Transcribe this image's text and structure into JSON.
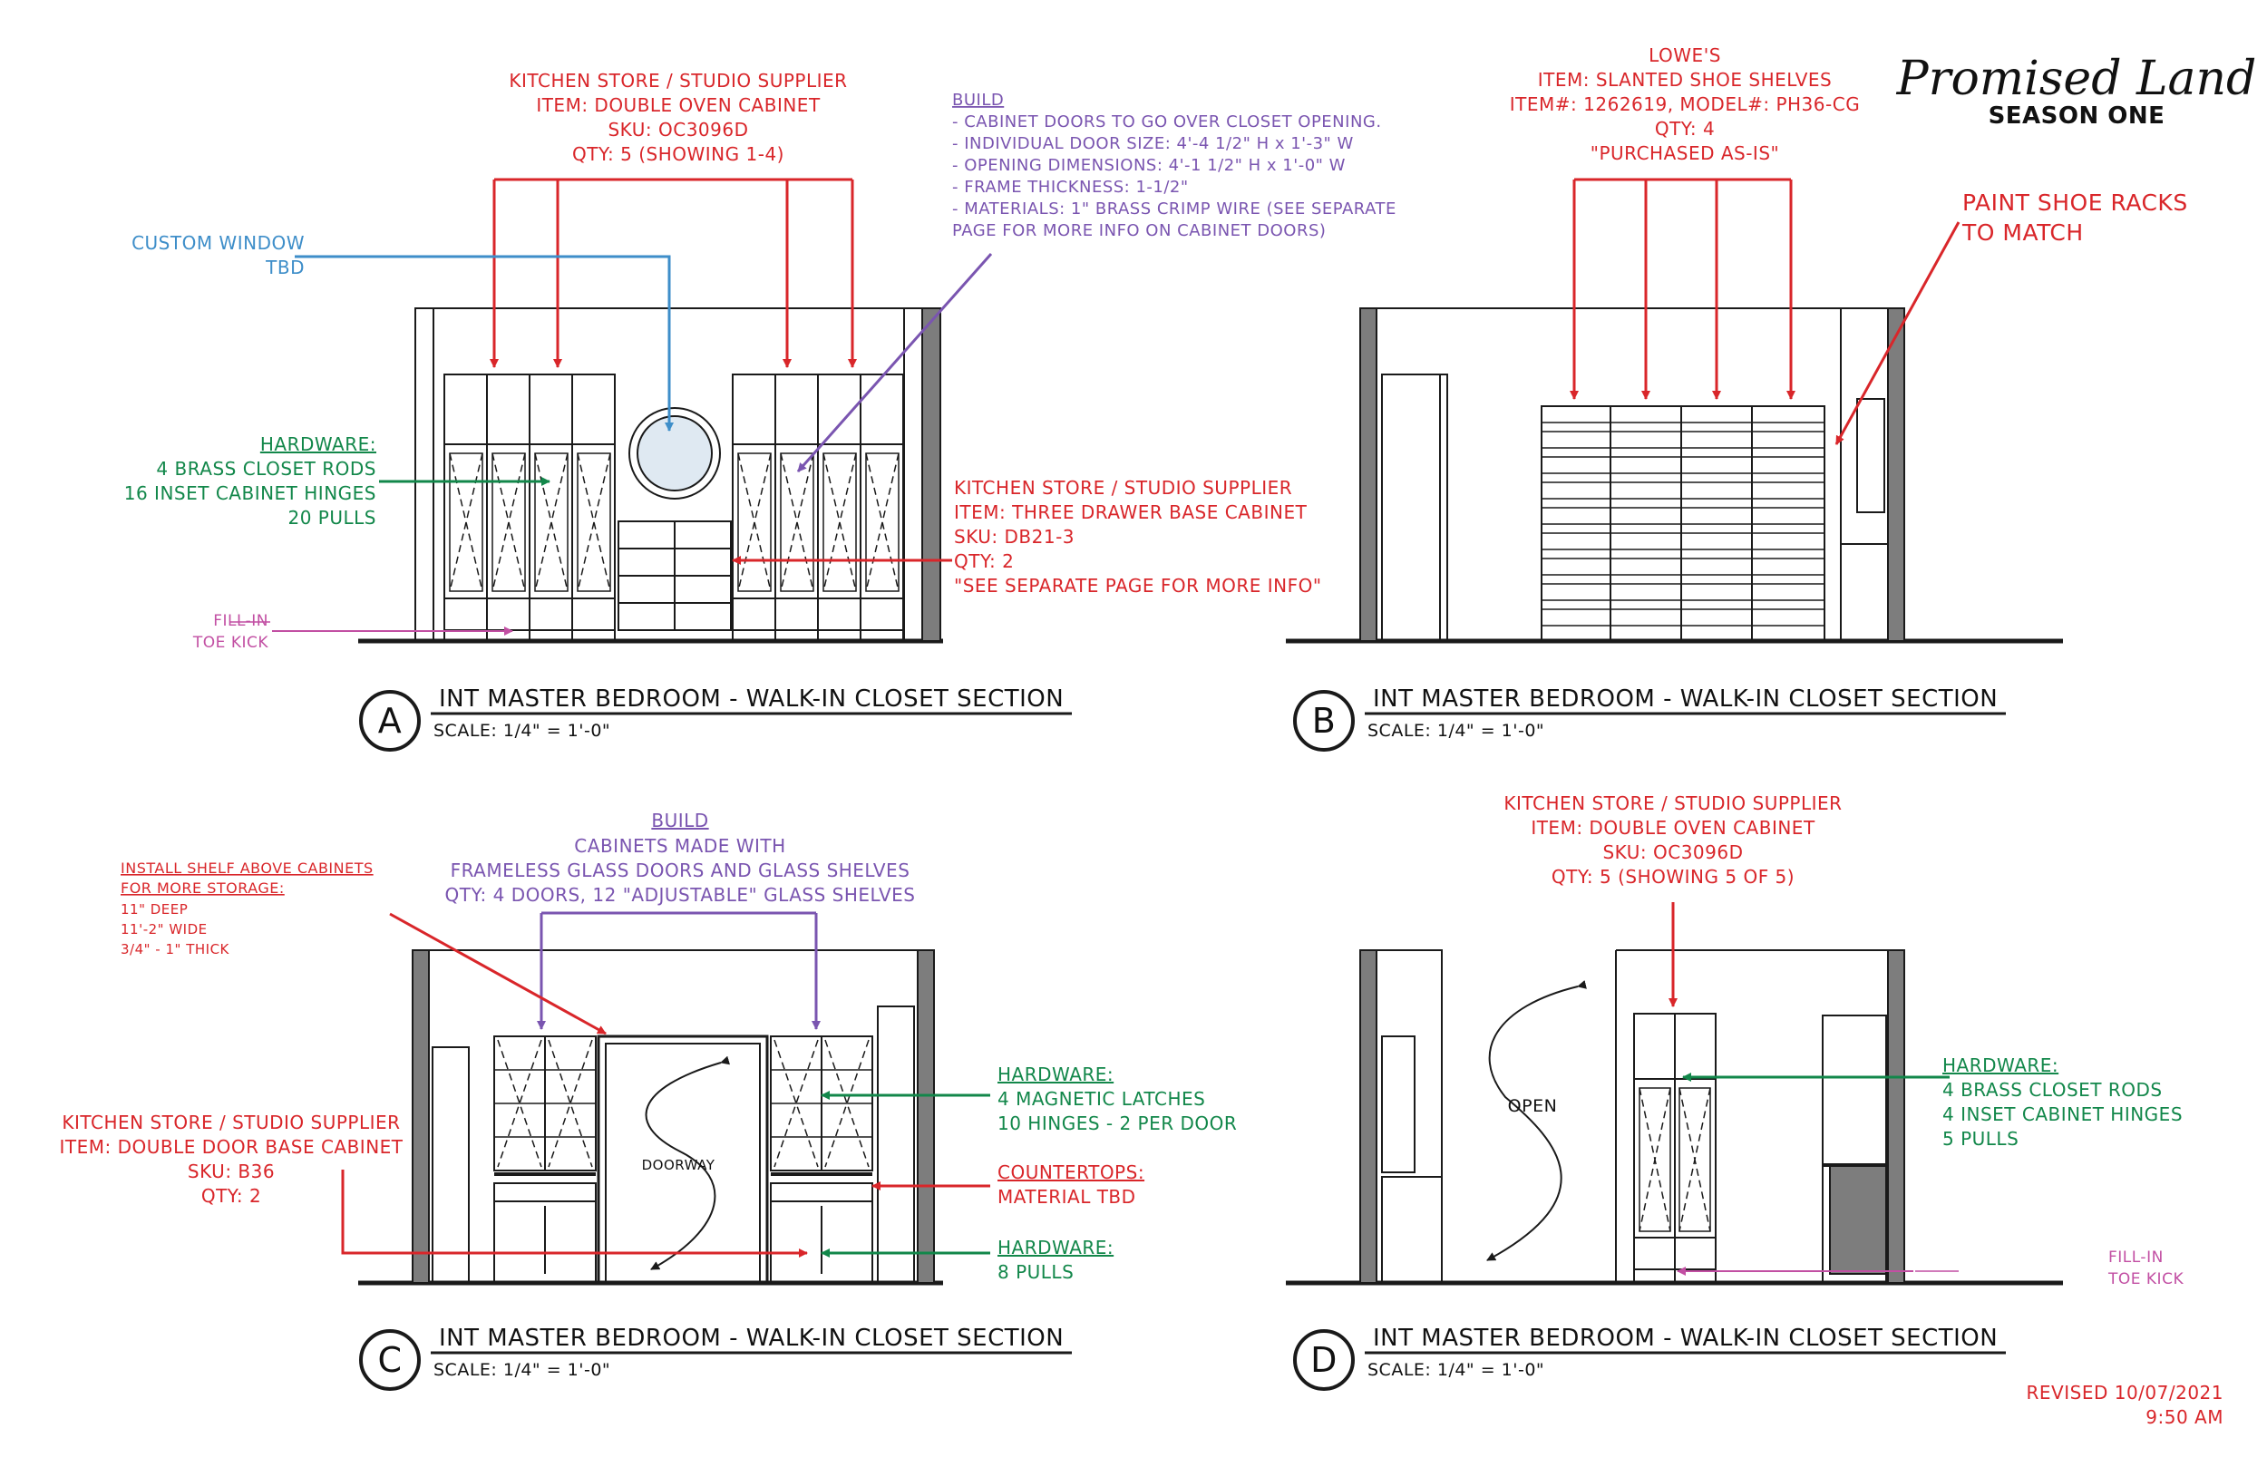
{
  "colors": {
    "red": "#d9262a",
    "green": "#12874a",
    "blue": "#3e8ec9",
    "purple": "#7a55b0",
    "magenta": "#c24fa3",
    "line": "#1a1a1a",
    "wall": "#7d7d7d"
  },
  "brand": {
    "title": "Promised Land",
    "subtitle": "SEASON ONE"
  },
  "revision": {
    "line1": "REVISED 10/07/2021",
    "line2": "9:50 AM"
  },
  "secA": {
    "letter": "A",
    "title": "INT MASTER BEDROOM - WALK-IN CLOSET SECTION",
    "scale": "SCALE: 1/4\" = 1'-0\"",
    "oven": [
      "KITCHEN STORE / STUDIO SUPPLIER",
      "ITEM: DOUBLE OVEN CABINET",
      "SKU: OC3096D",
      "QTY: 5 (SHOWING 1-4)"
    ],
    "window": [
      "CUSTOM WINDOW",
      "TBD"
    ],
    "build": [
      "BUILD",
      "- CABINET DOORS TO GO OVER CLOSET OPENING.",
      "- INDIVIDUAL DOOR SIZE: 4'-4 1/2\" H x 1'-3\" W",
      "- OPENING DIMENSIONS: 4'-1 1/2\" H x 1'-0\" W",
      "- FRAME THICKNESS: 1-1/2\"",
      "- MATERIALS: 1\" BRASS CRIMP WIRE (SEE SEPARATE",
      "PAGE FOR MORE INFO ON CABINET DOORS)"
    ],
    "hardware": [
      "HARDWARE:",
      "4 BRASS CLOSET RODS",
      "16 INSET CABINET HINGES",
      "20 PULLS"
    ],
    "drawer": [
      "KITCHEN STORE / STUDIO SUPPLIER",
      "ITEM: THREE DRAWER BASE CABINET",
      "SKU: DB21-3",
      "QTY: 2",
      "\"SEE SEPARATE PAGE FOR MORE INFO\""
    ],
    "fill": [
      "FILL-IN",
      "TOE KICK"
    ]
  },
  "secB": {
    "letter": "B",
    "title": "INT MASTER BEDROOM - WALK-IN CLOSET SECTION",
    "scale": "SCALE: 1/4\" = 1'-0\"",
    "lowes": [
      "LOWE'S",
      "ITEM: SLANTED SHOE SHELVES",
      "ITEM#: 1262619, MODEL#: PH36-CG",
      "QTY: 4",
      "\"PURCHASED AS-IS\""
    ],
    "paint": [
      "PAINT SHOE RACKS",
      "TO MATCH"
    ]
  },
  "secC": {
    "letter": "C",
    "title": "INT MASTER BEDROOM - WALK-IN CLOSET SECTION",
    "scale": "SCALE: 1/4\" = 1'-0\"",
    "shelf": [
      "INSTALL SHELF ABOVE CABINETS",
      "FOR MORE STORAGE:",
      "11\" DEEP",
      "11'-2\" WIDE",
      "3/4\" - 1\" THICK"
    ],
    "build": [
      "BUILD",
      "CABINETS MADE WITH",
      "FRAMELESS GLASS DOORS AND GLASS SHELVES",
      "QTY: 4 DOORS, 12 \"ADJUSTABLE\" GLASS SHELVES"
    ],
    "base": [
      "KITCHEN STORE / STUDIO SUPPLIER",
      "ITEM: DOUBLE DOOR BASE CABINET",
      "SKU: B36",
      "QTY: 2"
    ],
    "hw1": [
      "HARDWARE:",
      "4 MAGNETIC LATCHES",
      "10 HINGES - 2 PER DOOR"
    ],
    "counter": [
      "COUNTERTOPS:",
      "MATERIAL TBD"
    ],
    "hw2": [
      "HARDWARE:",
      "8 PULLS"
    ],
    "doorway": "DOORWAY"
  },
  "secD": {
    "letter": "D",
    "title": "INT MASTER BEDROOM - WALK-IN CLOSET SECTION",
    "scale": "SCALE: 1/4\" = 1'-0\"",
    "oven": [
      "KITCHEN STORE / STUDIO SUPPLIER",
      "ITEM: DOUBLE OVEN CABINET",
      "SKU: OC3096D",
      "QTY: 5 (SHOWING 5 OF 5)"
    ],
    "hardware": [
      "HARDWARE:",
      "4 BRASS CLOSET RODS",
      "4 INSET CABINET HINGES",
      "5 PULLS"
    ],
    "fill": [
      "FILL-IN",
      "TOE KICK"
    ],
    "open": "OPEN"
  }
}
